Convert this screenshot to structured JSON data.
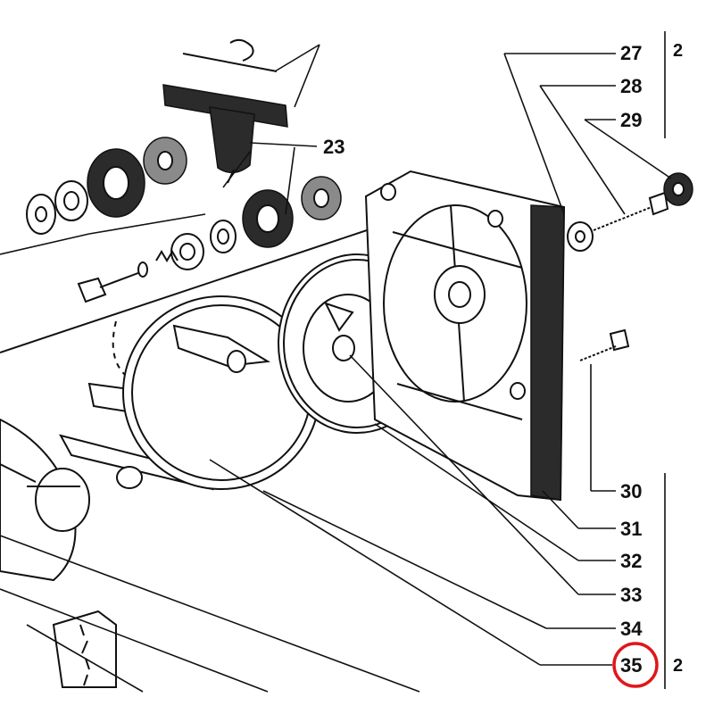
{
  "callouts": {
    "c23": "23",
    "c27": "27",
    "c28": "28",
    "c29": "29",
    "c30": "30",
    "c31": "31",
    "c32": "32",
    "c33": "33",
    "c34": "34",
    "c35": "35"
  },
  "quantities": {
    "group_top": "2",
    "group_bottom": "2"
  },
  "highlight": {
    "color": "#e0161b",
    "target": "35"
  }
}
